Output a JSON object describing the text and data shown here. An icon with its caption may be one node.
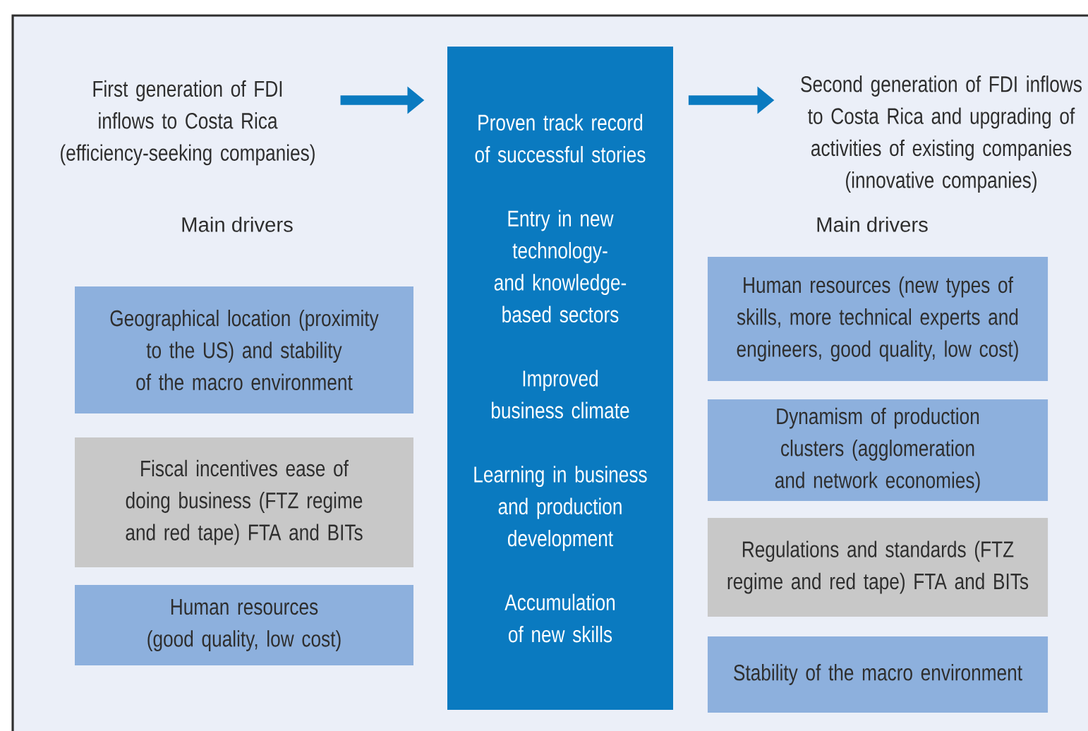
{
  "diagram": {
    "nodes": [
      {
        "text": [
          "First generation of FDI inflows to Costa Rica (efficiency-seeking companies)"
        ]
      },
      {
        "text": [
          "Proven track record of successful stories",
          "Entry in new technology- and knowledge-based sectors",
          "Improved business climate",
          "Learning in business and production development",
          "Accumulation of new skills"
        ]
      },
      {
        "text": [
          "Second generation of FDI inflows to Costa Rica and upgrading of activities of existing companies (innovative companies)"
        ]
      },
      {
        "text": [
          "Geographical location (proximity to the US) and stability of the macro environment"
        ]
      },
      {
        "text": [
          "Fiscal incentives ease of doing business (FTZ regime and red tape) FTA and BITs"
        ]
      },
      {
        "text": [
          "Human resources (good quality, low cost)"
        ]
      },
      {
        "text": [
          "Human resources (new types of skills, more technical experts and engineers, good quality, low cost)"
        ]
      },
      {
        "text": [
          "Dynamism of production clusters (agglomeration and network economies)"
        ]
      },
      {
        "text": [
          "Regulations and standards (FTZ regime and red tape) FTA and BITs"
        ]
      },
      {
        "text": [
          "Stability of the macro environment"
        ]
      }
    ],
    "edges": [
      {
        "from": 0,
        "to": 1,
        "arrow": "to"
      },
      {
        "from": 1,
        "to": 2,
        "arrow": "to"
      }
    ],
    "labels": [
      "Main drivers",
      "Main drivers"
    ]
  }
}
